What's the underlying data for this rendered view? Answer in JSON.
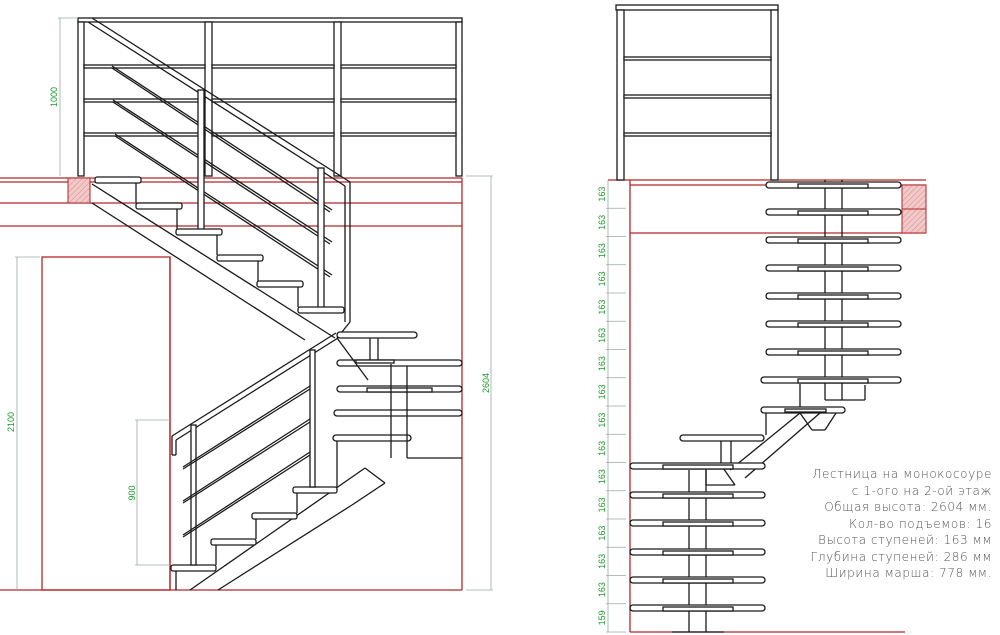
{
  "left_view": {
    "dimensions": {
      "railing_height": "1000",
      "door_height": "2100",
      "lower_railing_height": "900",
      "total_height": "2604"
    }
  },
  "right_view": {
    "riser_dimensions": [
      "163",
      "163",
      "163",
      "163",
      "163",
      "163",
      "163",
      "163",
      "163",
      "163",
      "163",
      "163",
      "163",
      "163",
      "163",
      "159"
    ]
  },
  "notes": {
    "line1": "Лестница на монокосоуре",
    "line2": "с 1-ого на 2-ой этаж",
    "line3": "Общая высота: 2604  мм.",
    "line4": "Кол-во подъемов:  16",
    "line5": "Высота ступеней:  163  мм",
    "line6": "Глубина ступеней:  286  мм",
    "line7": "Ширина марша:  778  мм."
  },
  "colors": {
    "wall": "#b3262a",
    "dimension": "#1f9a2c",
    "line": "#1a1a1a"
  }
}
